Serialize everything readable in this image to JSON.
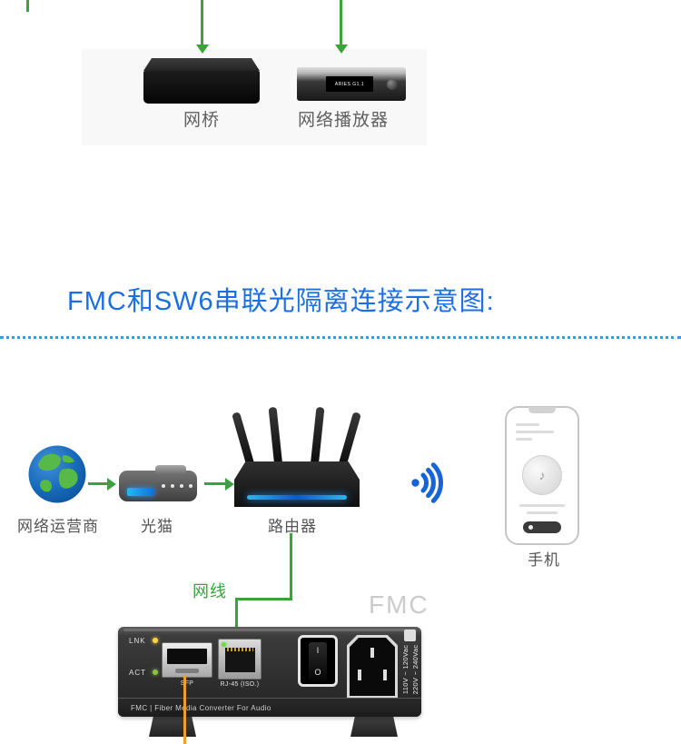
{
  "top_section": {
    "bridge_label": "网桥",
    "player_label": "网络播放器",
    "player_screen_text": "ARIES G1.1"
  },
  "heading": {
    "title": "FMC和SW6串联光隔离连接示意图:"
  },
  "network_diagram": {
    "isp_label": "网络运营商",
    "modem_label": "光猫",
    "router_label": "路由器",
    "phone_label": "手机",
    "cable_label": "网线",
    "fmc_watermark": "FMC"
  },
  "fmc_device": {
    "led_lnk": "LNK",
    "led_act": "ACT",
    "sfp_label": "SFP",
    "rj45_label": "RJ-45 (ISO.)",
    "switch_on": "I",
    "switch_off": "O",
    "voltage_line1": "110V ~ 120Vac",
    "voltage_line2": "220V ~ 240Vac",
    "bottom_text": "FMC | Fiber Media Converter For Audio"
  },
  "icons": {
    "music_note": "♪"
  },
  "colors": {
    "green": "#3aa33a",
    "title_blue": "#1c6fe2",
    "divider_blue": "#2da0e8",
    "wifi_blue": "#1565d8",
    "fiber_orange": "#f39b2d",
    "label_gray": "#5f5f5f",
    "watermark_gray": "#cbcbcb"
  }
}
